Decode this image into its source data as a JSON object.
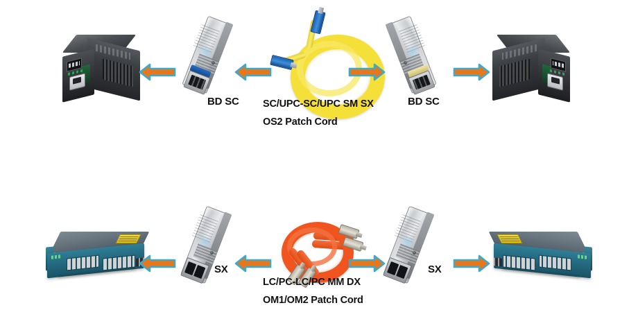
{
  "diagram": {
    "title": "Fiber optic transceiver and patch cord connectivity diagram",
    "background_color": "#ffffff",
    "arrow_fill_color": "#E8771C",
    "arrow_border_color": "#3FA9C9"
  },
  "rows": [
    {
      "id": "row-top",
      "name": "single-mode-bidi-media-converter-link",
      "left_device": {
        "type": "media-converter",
        "name": "Media Converter"
      },
      "right_device": {
        "type": "media-converter",
        "name": "Media Converter"
      },
      "left_module": {
        "label": "BD SC",
        "bail_color": "#1f5fb0",
        "port": "SC"
      },
      "right_module": {
        "label": "BD SC",
        "bail_color": "#e8d98a",
        "port": "SC"
      },
      "cable": {
        "line1": "SC/UPC-SC/UPC SM SX",
        "line2": "OS2 Patch Cord",
        "jacket_color": "#f5e03a",
        "connector_color": "#1a5fb4"
      }
    },
    {
      "id": "row-bottom",
      "name": "multimode-duplex-switch-link",
      "left_device": {
        "type": "network-switch",
        "name": "Ethernet Switch"
      },
      "right_device": {
        "type": "network-switch",
        "name": "Ethernet Switch"
      },
      "left_module": {
        "label": "SX",
        "bail_color": "#9a9da1",
        "port": "LC"
      },
      "right_module": {
        "label": "SX",
        "bail_color": "#9a9da1",
        "port": "LC"
      },
      "cable": {
        "line1": "LC/PC-LC/PC MM DX",
        "line2": "OM1/OM2 Patch Cord",
        "jacket_color": "#f0541f",
        "connector_color": "#d8d4c8"
      }
    }
  ],
  "arrows": {
    "top": [
      {
        "name": "arrow-mc-left-to-module",
        "direction": "left"
      },
      {
        "name": "arrow-module-left-to-cord",
        "direction": "left"
      },
      {
        "name": "arrow-cord-to-module-right",
        "direction": "right"
      },
      {
        "name": "arrow-module-right-to-mc",
        "direction": "right"
      }
    ],
    "bottom": [
      {
        "name": "arrow-switch-left-to-module",
        "direction": "left"
      },
      {
        "name": "arrow-module-left-to-cord",
        "direction": "left"
      },
      {
        "name": "arrow-cord-to-module-right",
        "direction": "right"
      },
      {
        "name": "arrow-module-right-to-switch",
        "direction": "right"
      }
    ]
  }
}
